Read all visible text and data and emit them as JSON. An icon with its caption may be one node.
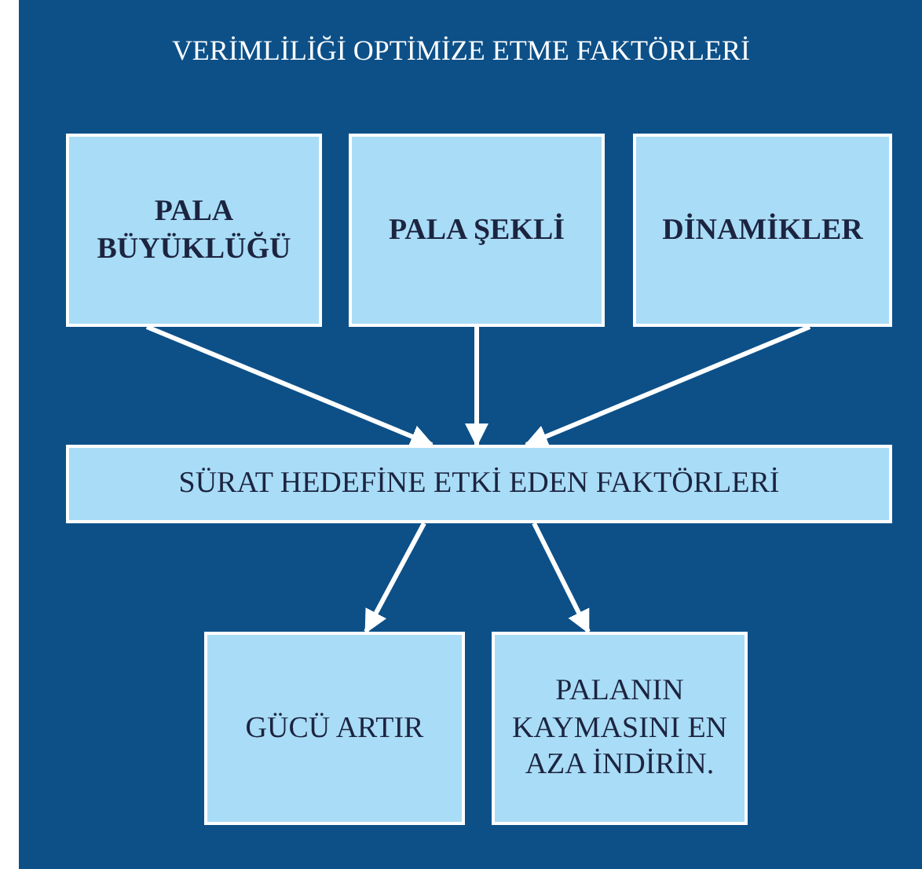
{
  "diagram": {
    "title": "VERİMLİLİĞİ OPTİMİZE ETME FAKTÖRLERİ",
    "nodes": [
      {
        "text": [
          "PALA BÜYÜKLÜĞÜ"
        ]
      },
      {
        "text": [
          "PALA ŞEKLİ"
        ]
      },
      {
        "text": [
          "DİNAMİKLER"
        ]
      },
      {
        "text": [
          "SÜRAT HEDEFİNE ETKİ EDEN FAKTÖRLERİ"
        ]
      },
      {
        "text": [
          "GÜCÜ ARTIR"
        ]
      },
      {
        "text": [
          "PALANIN KAYMASINI EN AZA İNDİRİN."
        ]
      }
    ],
    "edges": [
      {
        "from": 0,
        "to": 3,
        "arrow": "to"
      },
      {
        "from": 1,
        "to": 3,
        "arrow": "to"
      },
      {
        "from": 2,
        "to": 3,
        "arrow": "to"
      },
      {
        "from": 3,
        "to": 4,
        "arrow": "to"
      },
      {
        "from": 3,
        "to": 5,
        "arrow": "to"
      }
    ]
  }
}
